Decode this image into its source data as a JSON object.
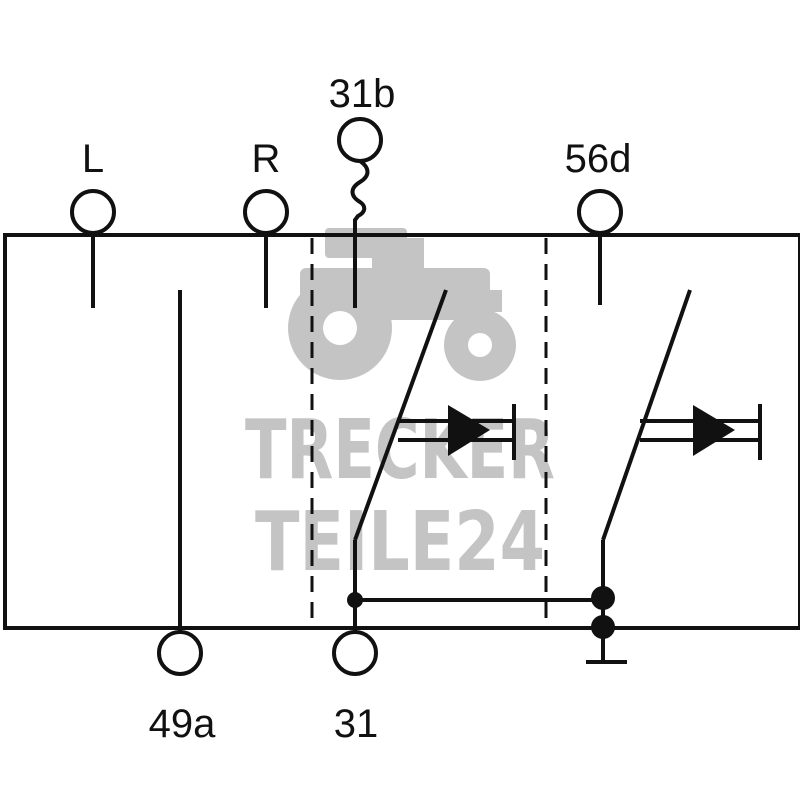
{
  "terminals": {
    "l": "L",
    "r": "R",
    "t31b": "31b",
    "t56d": "56d",
    "t49a": "49a",
    "t31": "31"
  },
  "watermark": {
    "line1": "TRECKER",
    "line2": "TEILE24",
    "icon": "tractor-icon"
  },
  "colors": {
    "line": "#111111",
    "watermark": "#c4c4c4",
    "background": "#ffffff"
  }
}
